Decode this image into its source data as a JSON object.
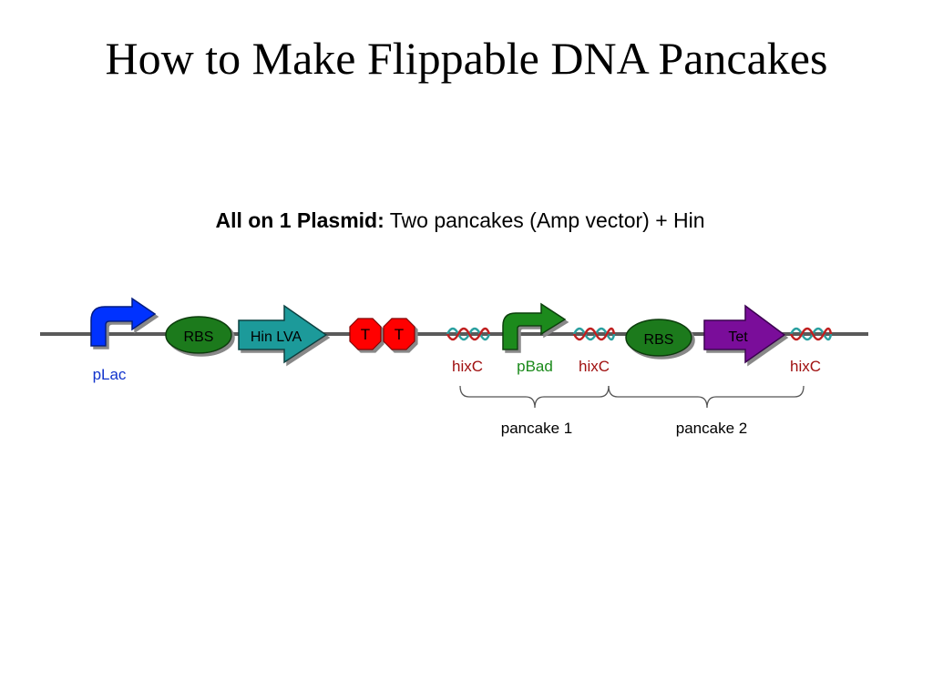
{
  "title": "How to Make Flippable DNA Pancakes",
  "subtitle": {
    "bold": "All on 1 Plasmid:",
    "rest": " Two pancakes (Amp vector) + Hin"
  },
  "parts": {
    "plac": {
      "label": "pLac",
      "color": "#1133cc"
    },
    "rbs1": {
      "label": "RBS",
      "color": "#1a7a1a"
    },
    "hin": {
      "label": "Hin LVA",
      "color": "#1a9a9a"
    },
    "term1": {
      "label": "T",
      "color": "#ff0000"
    },
    "term2": {
      "label": "T",
      "color": "#ff0000"
    },
    "hixc1": {
      "label": "hixC",
      "color": "#a01010"
    },
    "pbad": {
      "label": "pBad",
      "color": "#1a8a1a"
    },
    "hixc2": {
      "label": "hixC",
      "color": "#a01010"
    },
    "rbs2": {
      "label": "RBS",
      "color": "#1a7a1a"
    },
    "tet": {
      "label": "Tet",
      "color": "#7a0f9a"
    },
    "hixc3": {
      "label": "hixC",
      "color": "#a01010"
    }
  },
  "pancakes": {
    "p1": "pancake 1",
    "p2": "pancake 2"
  }
}
